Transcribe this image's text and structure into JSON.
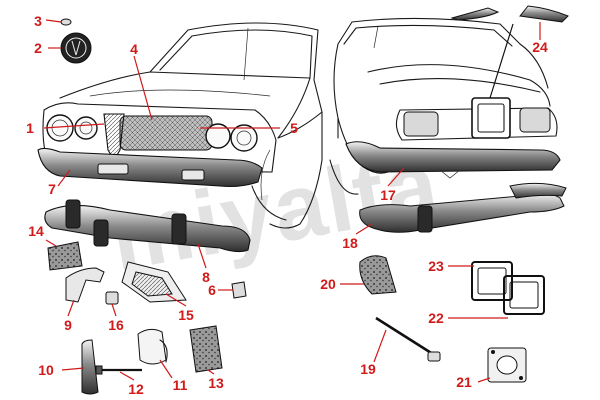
{
  "watermark": "miyalta",
  "callouts": [
    "1",
    "2",
    "3",
    "4",
    "5",
    "6",
    "7",
    "8",
    "9",
    "10",
    "11",
    "12",
    "13",
    "14",
    "15",
    "16",
    "17",
    "18",
    "19",
    "20",
    "21",
    "22",
    "23",
    "24"
  ]
}
